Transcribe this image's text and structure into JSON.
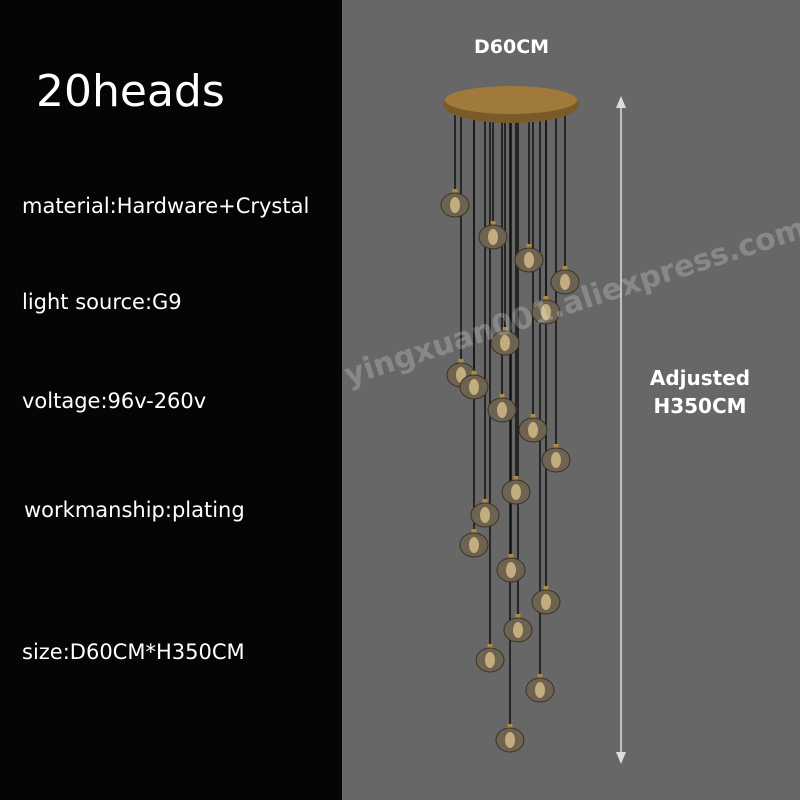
{
  "title": "20heads",
  "specs": {
    "material": "material:Hardware+Crystal",
    "light_source": "light source:G9",
    "voltage": "voltage:96v-260v",
    "workmanship": "workmanship:plating",
    "size": "size:D60CM*H350CM"
  },
  "dimensions": {
    "diameter": "D60CM",
    "height_line1": "Adjusted",
    "height_line2": "H350CM"
  },
  "watermark": "yingxuan001.aliexpress.com",
  "colors": {
    "left_bg": "#050505",
    "right_bg": "#676767",
    "brass": "#a07a3a",
    "crystal": "#6e6250"
  }
}
